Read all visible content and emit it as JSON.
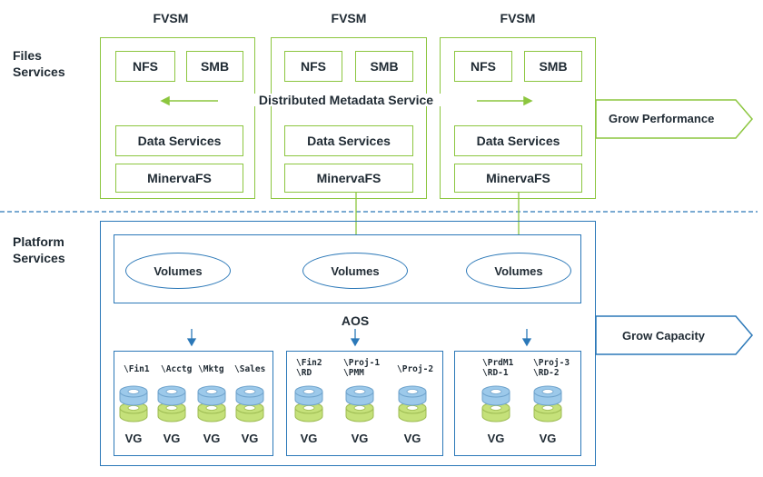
{
  "side_labels": {
    "files_services": "Files\nServices",
    "platform_services": "Platform\nServices"
  },
  "fvsm": [
    {
      "title": "FVSM",
      "nfs": "NFS",
      "smb": "SMB",
      "data_services": "Data Services",
      "minervafs": "MinervaFS"
    },
    {
      "title": "FVSM",
      "nfs": "NFS",
      "smb": "SMB",
      "data_services": "Data Services",
      "minervafs": "MinervaFS"
    },
    {
      "title": "FVSM",
      "nfs": "NFS",
      "smb": "SMB",
      "data_services": "Data Services",
      "minervafs": "MinervaFS"
    }
  ],
  "distributed_metadata": "Distributed Metadata Service",
  "grow_performance": "Grow Performance",
  "grow_capacity": "Grow Capacity",
  "volumes": [
    "Volumes",
    "Volumes",
    "Volumes"
  ],
  "aos": "AOS",
  "vg_groups": [
    {
      "shares": [
        "\\Fin1",
        "\\Acctg",
        "\\Mktg",
        "\\Sales"
      ],
      "vgs": [
        "VG",
        "VG",
        "VG",
        "VG"
      ]
    },
    {
      "shares": [
        "\\Fin2\n\\RD",
        "\\Proj-1\n\\PMM",
        "\\Proj-2"
      ],
      "vgs": [
        "VG",
        "VG",
        "VG"
      ]
    },
    {
      "shares": [
        "\\PrdM1\n\\RD-1",
        "\\Proj-3\n\\RD-2"
      ],
      "vgs": [
        "VG",
        "VG"
      ]
    }
  ],
  "colors": {
    "green": "#8cc63f",
    "blue": "#2b78b8",
    "disk_blue": "#9cc9ea",
    "disk_green": "#c5e17a"
  }
}
